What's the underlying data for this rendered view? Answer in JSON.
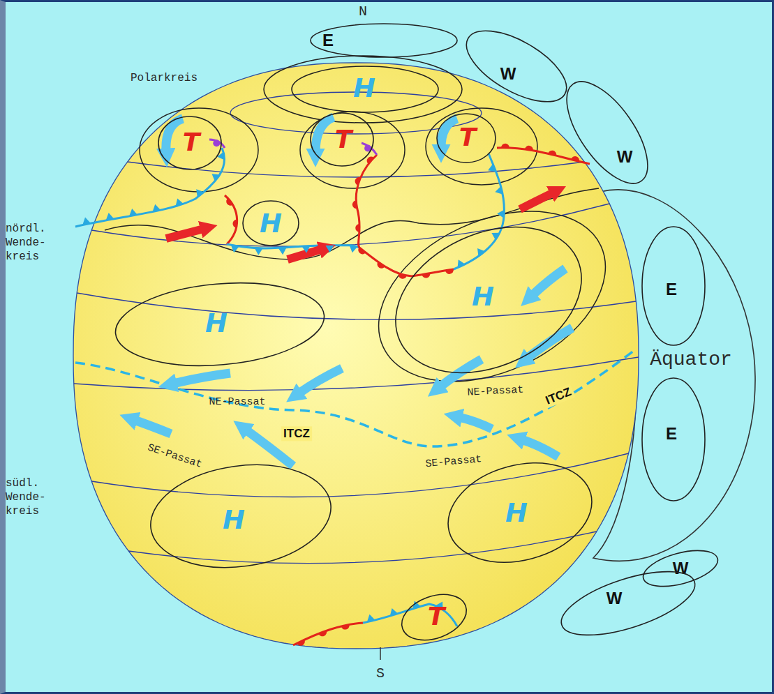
{
  "diagram": {
    "nodes": [
      {
        "text": [
          "E"
        ]
      },
      {
        "text": [
          "H"
        ]
      },
      {
        "text": [
          "W"
        ]
      },
      {
        "text": [
          "T"
        ]
      },
      {
        "text": [
          "T"
        ]
      },
      {
        "text": [
          "T"
        ]
      },
      {
        "text": [
          "W"
        ]
      },
      {
        "text": [
          "H"
        ]
      },
      {
        "text": [
          "H"
        ]
      },
      {
        "text": [
          "E"
        ]
      },
      {
        "text": [
          "H"
        ]
      },
      {
        "text": [
          "E"
        ]
      },
      {
        "text": [
          "H"
        ]
      },
      {
        "text": [
          "H"
        ]
      },
      {
        "text": [
          "W"
        ]
      },
      {
        "text": [
          "W"
        ]
      },
      {
        "text": [
          "T"
        ]
      }
    ],
    "labels": [
      "N",
      "Polarkreis",
      "nördl. Wende- kreis",
      "Äquator",
      "NE-Passat",
      "NE-Passat",
      "ITCZ",
      "ITCZ",
      "SE-Passat",
      "SE-Passat",
      "südl. Wende- kreis",
      "S"
    ]
  }
}
